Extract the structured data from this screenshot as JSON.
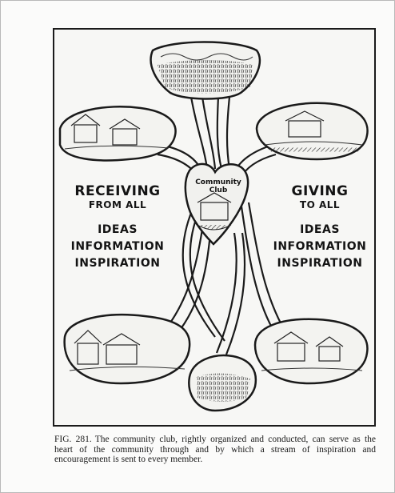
{
  "figure": {
    "left": {
      "heading": "RECEIVING",
      "sub": "FROM ALL",
      "items": [
        "IDEAS",
        "INFORMATION",
        "INSPIRATION"
      ]
    },
    "right": {
      "heading": "GIVING",
      "sub": "TO ALL",
      "items": [
        "IDEAS",
        "INFORMATION",
        "INSPIRATION"
      ]
    },
    "heart_label_line1": "Community",
    "heart_label_line2": "Club"
  },
  "caption": {
    "fig_number": "FIG. 281.",
    "text": "The community club, rightly organized and conducted, can serve as the heart of the community through and by which a stream of inspiration and encouragement is sent to every member."
  }
}
